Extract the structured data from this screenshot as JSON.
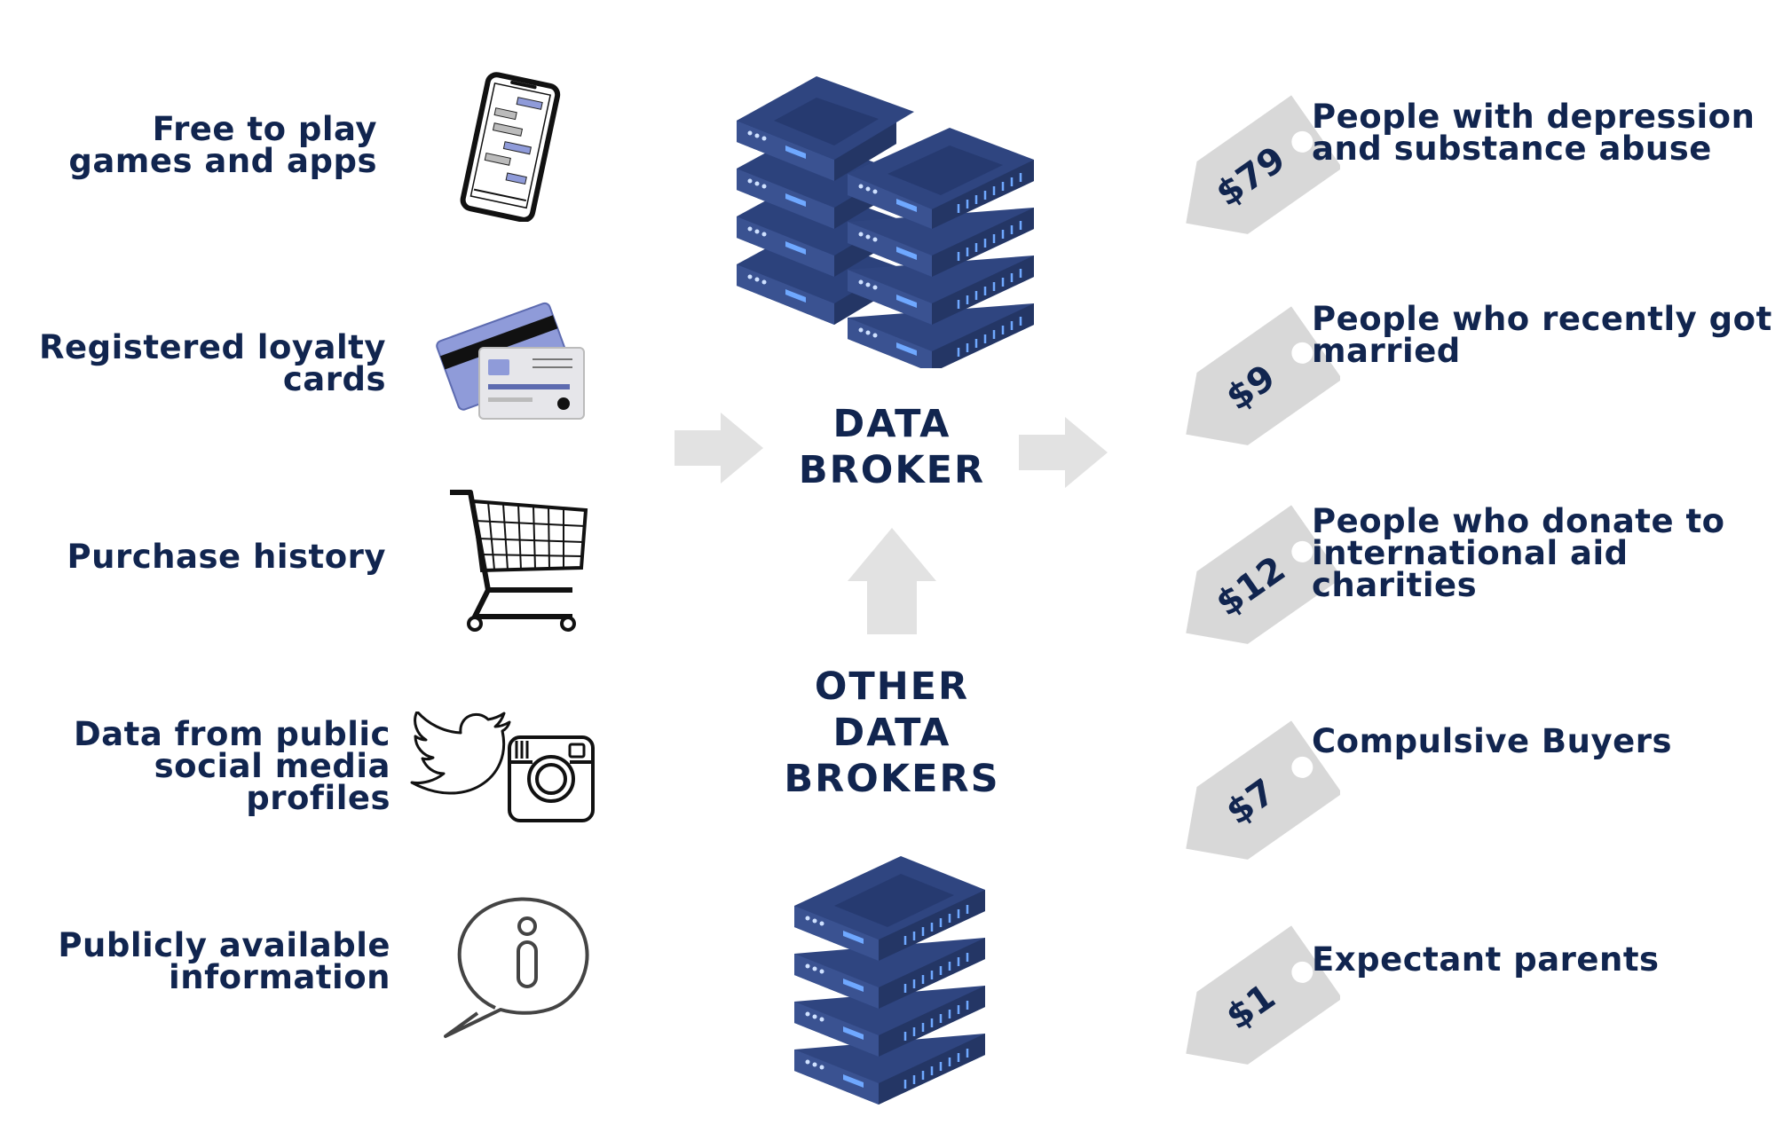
{
  "sources": [
    {
      "label": "Free to play\ngames and apps",
      "icon": "smartphone-icon"
    },
    {
      "label": "Registered loyalty\ncards",
      "icon": "credit-card-icon"
    },
    {
      "label": "Purchase history",
      "icon": "shopping-cart-icon"
    },
    {
      "label": "Data from public\nsocial media profiles",
      "icon": "social-media-icon"
    },
    {
      "label": "Publicly available\ninformation",
      "icon": "info-bubble-icon"
    }
  ],
  "center": {
    "main_label": "DATA\nBROKER",
    "other_label": "OTHER\nDATA\nBROKERS"
  },
  "segments": [
    {
      "price": "$79",
      "label": "People with depression\nand substance abuse"
    },
    {
      "price": "$9",
      "label": "People who recently got\nmarried"
    },
    {
      "price": "$12",
      "label": "People who donate to\ninternational aid charities"
    },
    {
      "price": "$7",
      "label": "Compulsive Buyers"
    },
    {
      "price": "$1",
      "label": "Expectant parents"
    }
  ],
  "colors": {
    "text": "#11254f",
    "server_top": "#2f4580",
    "server_side": "#263a70",
    "server_light": "#4a63a8",
    "led": "#6fa8ff",
    "tag": "#d8d8d8",
    "arrow": "#e2e2e2"
  }
}
